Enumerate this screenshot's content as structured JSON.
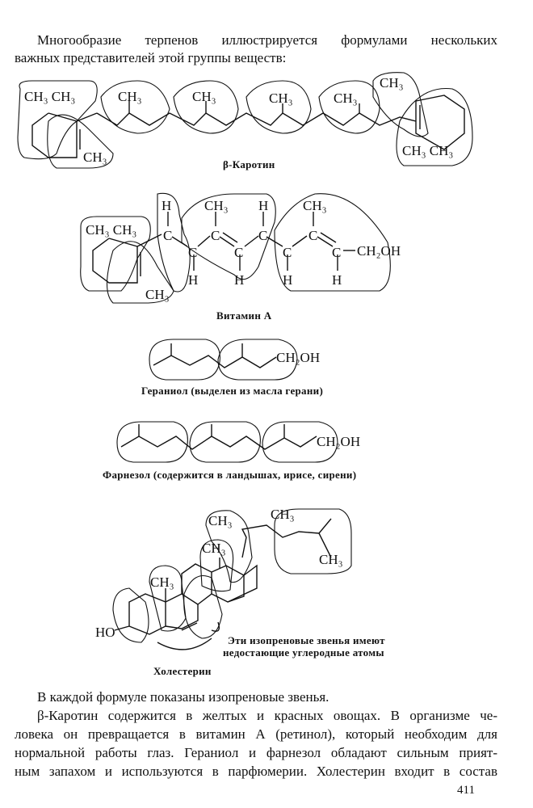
{
  "intro": {
    "line1": "Многообразие терпенов иллюстрируется формулами нескольких",
    "line2": "важных представителей этой группы веществ:"
  },
  "figures": {
    "carotene": {
      "caption": "β-Каротин",
      "labels": [
        "CH₃ CH₃",
        "CH₃",
        "CH₃",
        "CH₃",
        "CH₃",
        "CH₃",
        "CH₃",
        "CH₃ CH₃"
      ]
    },
    "vitamin_a": {
      "caption": "Витамин А",
      "labels": [
        "CH₃ CH₃",
        "CH₃",
        "H",
        "C",
        "C",
        "H",
        "CH₃",
        "C",
        "C",
        "H",
        "H",
        "C",
        "C",
        "CH₃",
        "C",
        "C",
        "H",
        "H",
        "CH₂OH"
      ]
    },
    "geraniol": {
      "caption": "Гераниол (выделен из масла герани)",
      "labels": [
        "CH₂OH"
      ]
    },
    "farnesol": {
      "caption": "Фарнезол (содержится в ландышах, ирисе, сирени)",
      "labels": [
        "CH₂OH"
      ]
    },
    "cholesterol": {
      "caption": "Холестерин",
      "labels": [
        "CH₃",
        "CH₃",
        "CH₃",
        "CH₃",
        "CH₃",
        "HO"
      ],
      "note_line1": "Эти изопреновые звенья имеют",
      "note_line2": "недостающие углеродные атомы"
    }
  },
  "body": {
    "line1": "В каждой формуле показаны изопреновые звенья.",
    "line2": "β-Каротин содержится в желтых и красных овощах. В организме че-",
    "line3": "ловека он превращается в витамин А (ретинол), который необходим для",
    "line4": "нормальной работы глаз. Гераниол и фарнезол обладают сильным прият-",
    "line5": "ным запахом и используются в парфюмерии. Холестерин входит в состав"
  },
  "page_number": "411"
}
